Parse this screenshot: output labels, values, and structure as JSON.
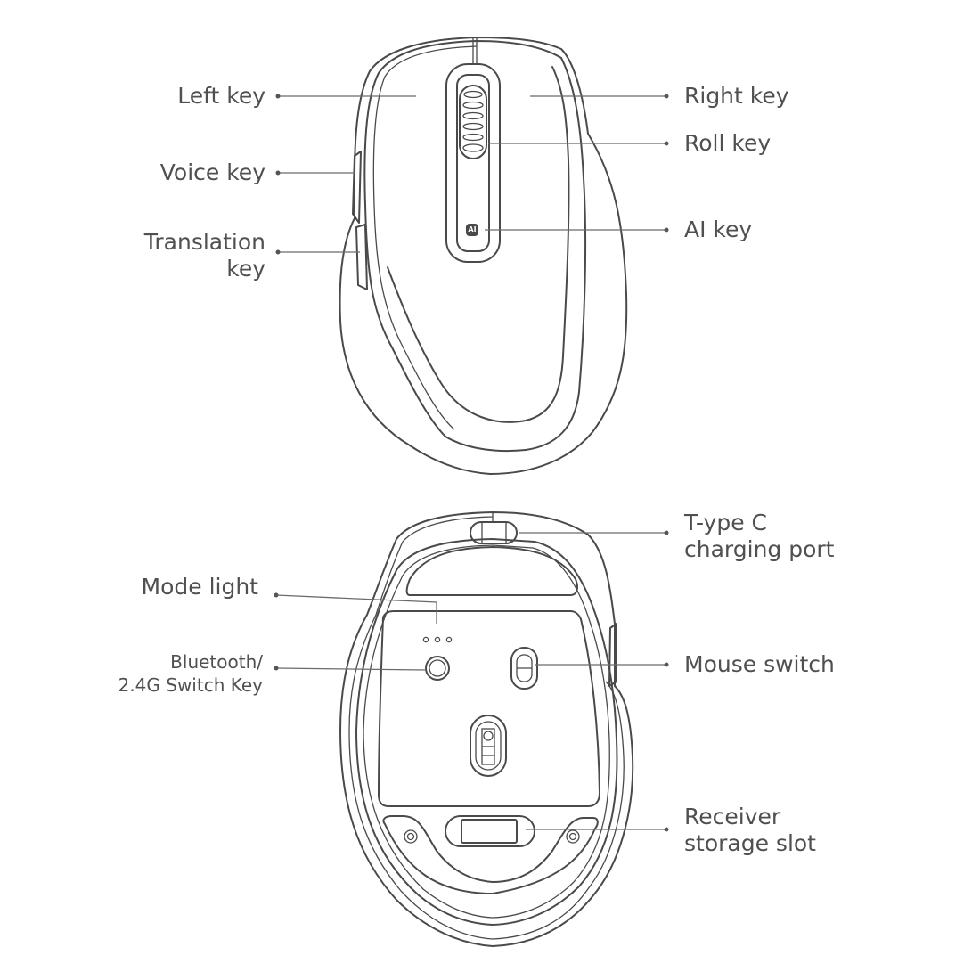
{
  "diagram": {
    "top_view": {
      "labels": {
        "left_key": "Left key",
        "voice_key": "Voice key",
        "translation_key_line1": "Translation",
        "translation_key_line2": "key",
        "right_key": "Right key",
        "roll_key": "Roll key",
        "ai_key": "AI key"
      },
      "ai_badge": "AI"
    },
    "bottom_view": {
      "labels": {
        "mode_light": "Mode light",
        "switch_key_line1": "Bluetooth/",
        "switch_key_line2": "2.4G Switch Key",
        "charging_port_line1": "T-ype C",
        "charging_port_line2": "charging port",
        "mouse_switch": "Mouse switch",
        "receiver_slot_line1": "Receiver",
        "receiver_slot_line2": "storage slot"
      }
    },
    "colors": {
      "line": "#4a4a4a",
      "text": "#505050",
      "background": "#ffffff"
    }
  }
}
